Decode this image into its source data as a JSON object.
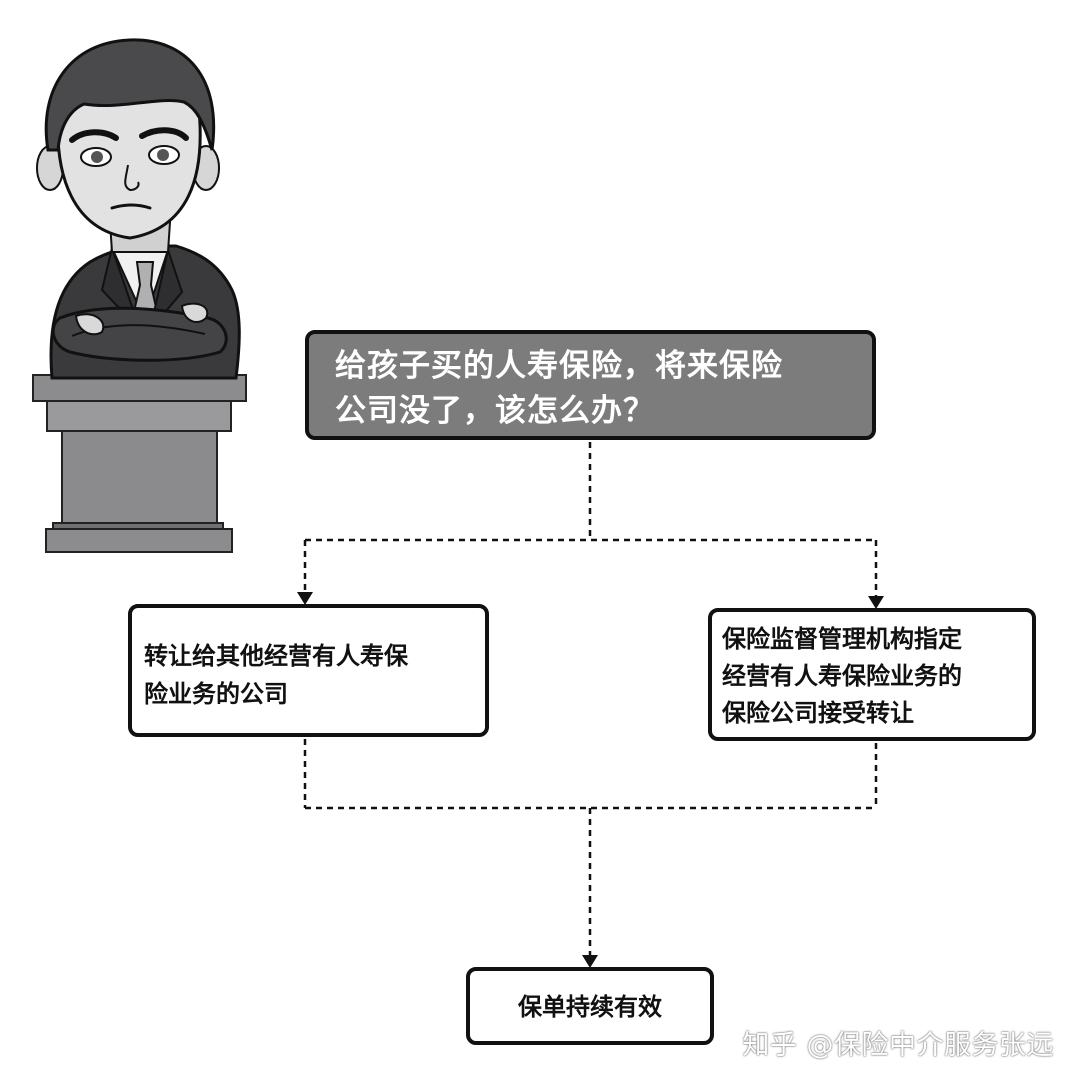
{
  "question": {
    "line1": "给孩子买的人寿保险，将来保险",
    "line2": "公司没了，该怎么办？"
  },
  "left_option": {
    "line1": "转让给其他经营有人寿保",
    "line2": "险业务的公司"
  },
  "right_option": {
    "line1": "保险监督管理机构指定",
    "line2": "经营有人寿保险业务的",
    "line3": "保险公司接受转让"
  },
  "result": {
    "label": "保单持续有效"
  },
  "watermark": "知乎 @保险中介服务张远",
  "colors": {
    "question_fill": "#7c7c7d",
    "border": "#111111",
    "connector": "#111111"
  },
  "illustration": "cartoon-man-at-podium"
}
